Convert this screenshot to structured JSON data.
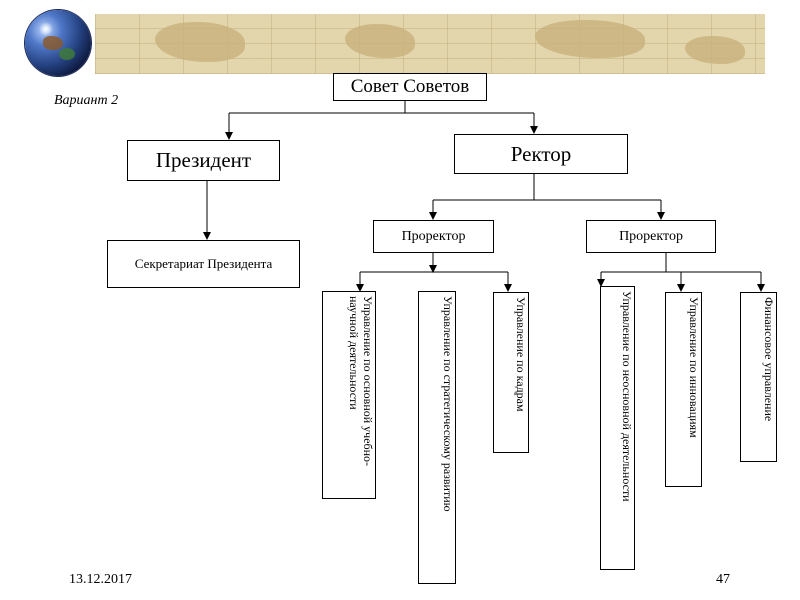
{
  "header": {
    "variant_label": "Вариант 2"
  },
  "nodes": {
    "council": "Совет Советов",
    "president": "Президент",
    "rector": "Ректор",
    "secretariat": "Секретариат Президента",
    "prorector_left": "Проректор",
    "prorector_right": "Проректор",
    "dept_main_edu": "Управление по основной учебно-научной деятельности",
    "dept_strategy": "Управление по стратегическому развитию",
    "dept_hr": "Управление по кадрам",
    "dept_nonmain": "Управление по неосновной деятельности",
    "dept_innovation": "Управление по инновациям",
    "dept_finance": "Финансовое управление"
  },
  "footer": {
    "date": "13.12.2017",
    "page": "47"
  }
}
